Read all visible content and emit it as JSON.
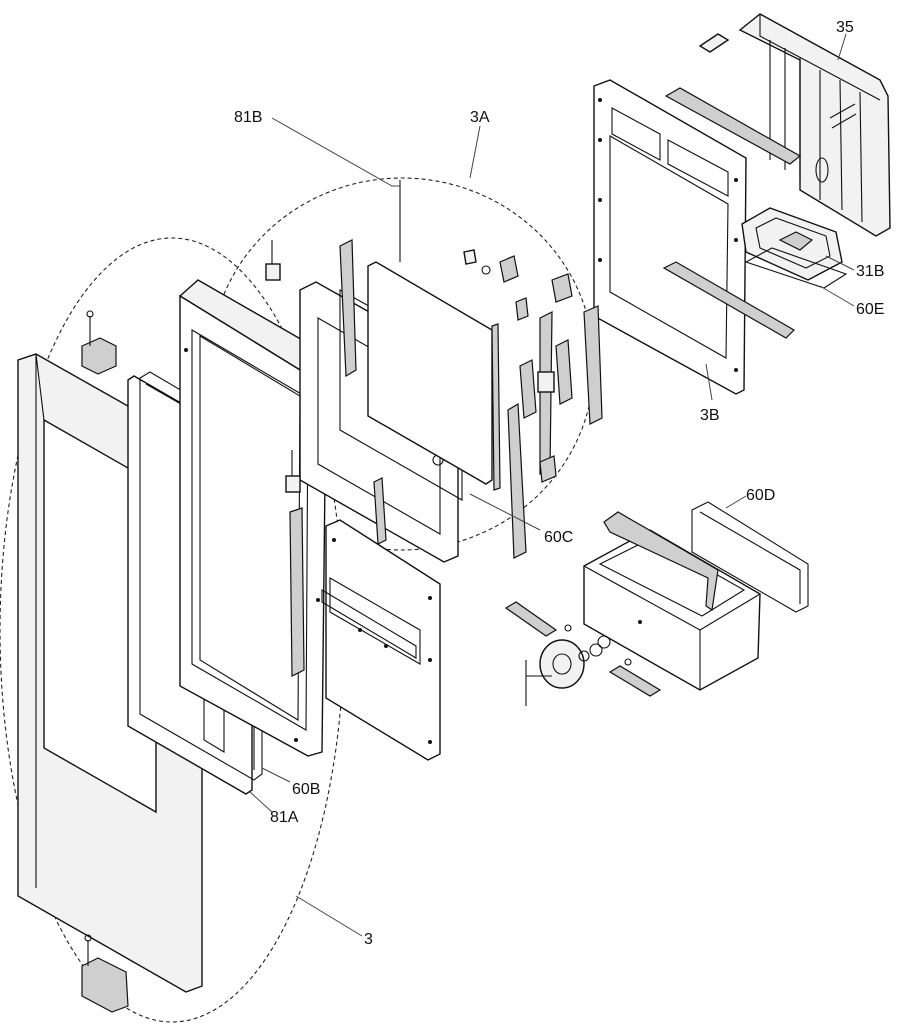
{
  "callouts": {
    "c35": "35",
    "c81B": "81B",
    "c3A": "3A",
    "c31B": "31B",
    "c60E": "60E",
    "c3B": "3B",
    "c60C": "60C",
    "c60D": "60D",
    "c60B": "60B",
    "c81A": "81A",
    "c3": "3"
  }
}
